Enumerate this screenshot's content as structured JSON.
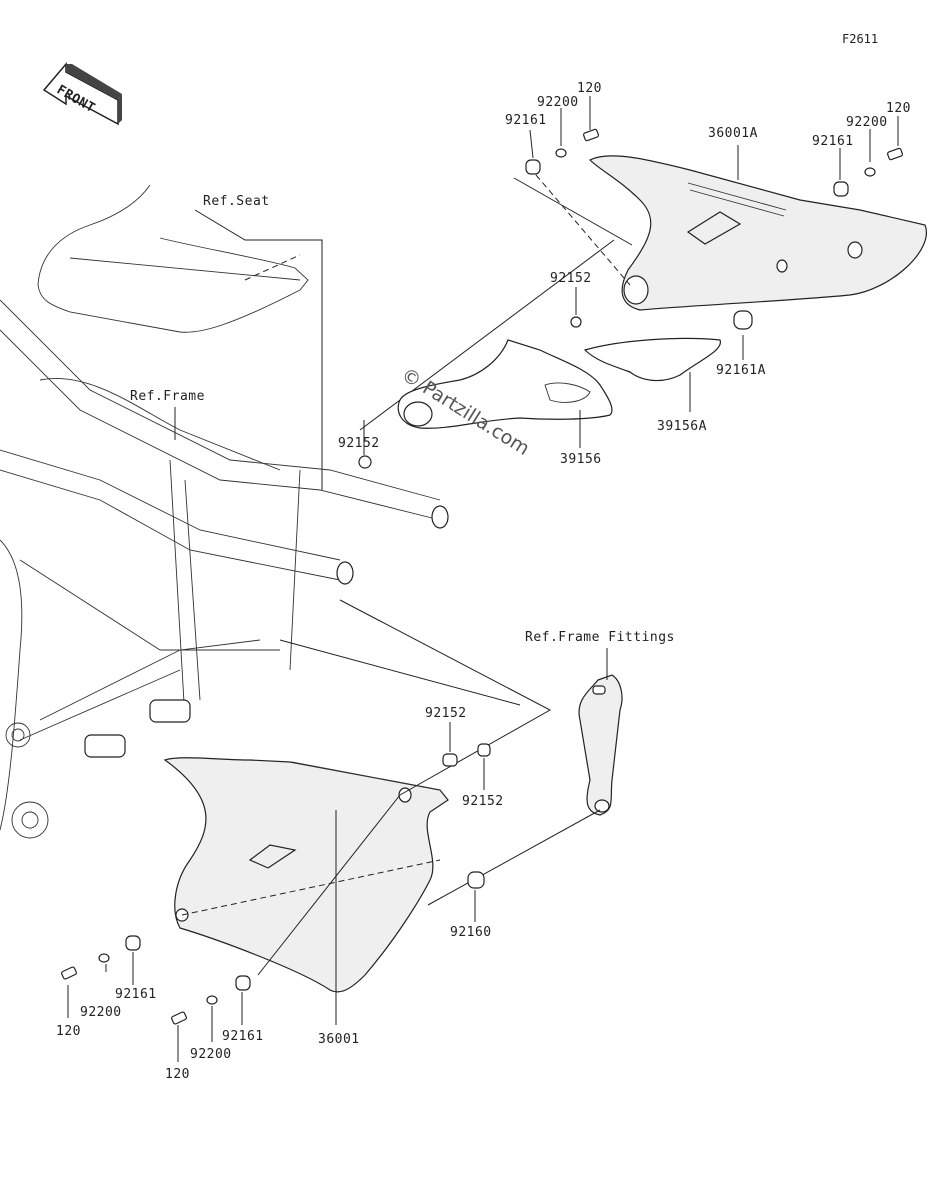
{
  "figure_code": "F2611",
  "front_arrow": "FRONT",
  "watermark": "© Partzilla.com",
  "references": {
    "seat": "Ref.Seat",
    "frame": "Ref.Frame",
    "frame_fittings": "Ref.Frame Fittings"
  },
  "callouts": {
    "upper_120": "120",
    "upper_92200": "92200",
    "upper_92161": "92161",
    "upper_36001A": "36001A",
    "upper_92161_r": "92161",
    "upper_92200_r": "92200",
    "upper_120_r": "120",
    "mid_92152": "92152",
    "mid_92161A": "92161A",
    "mid_39156A": "39156A",
    "mid_39156": "39156",
    "mid_92152_l": "92152",
    "low_92152_a": "92152",
    "low_92152_b": "92152",
    "low_92160": "92160",
    "low_92161_l": "92161",
    "low_92200_l": "92200",
    "low_120_l": "120",
    "low_36001": "36001",
    "low_92161_r": "92161",
    "low_92200_r": "92200",
    "low_120_r": "120"
  }
}
